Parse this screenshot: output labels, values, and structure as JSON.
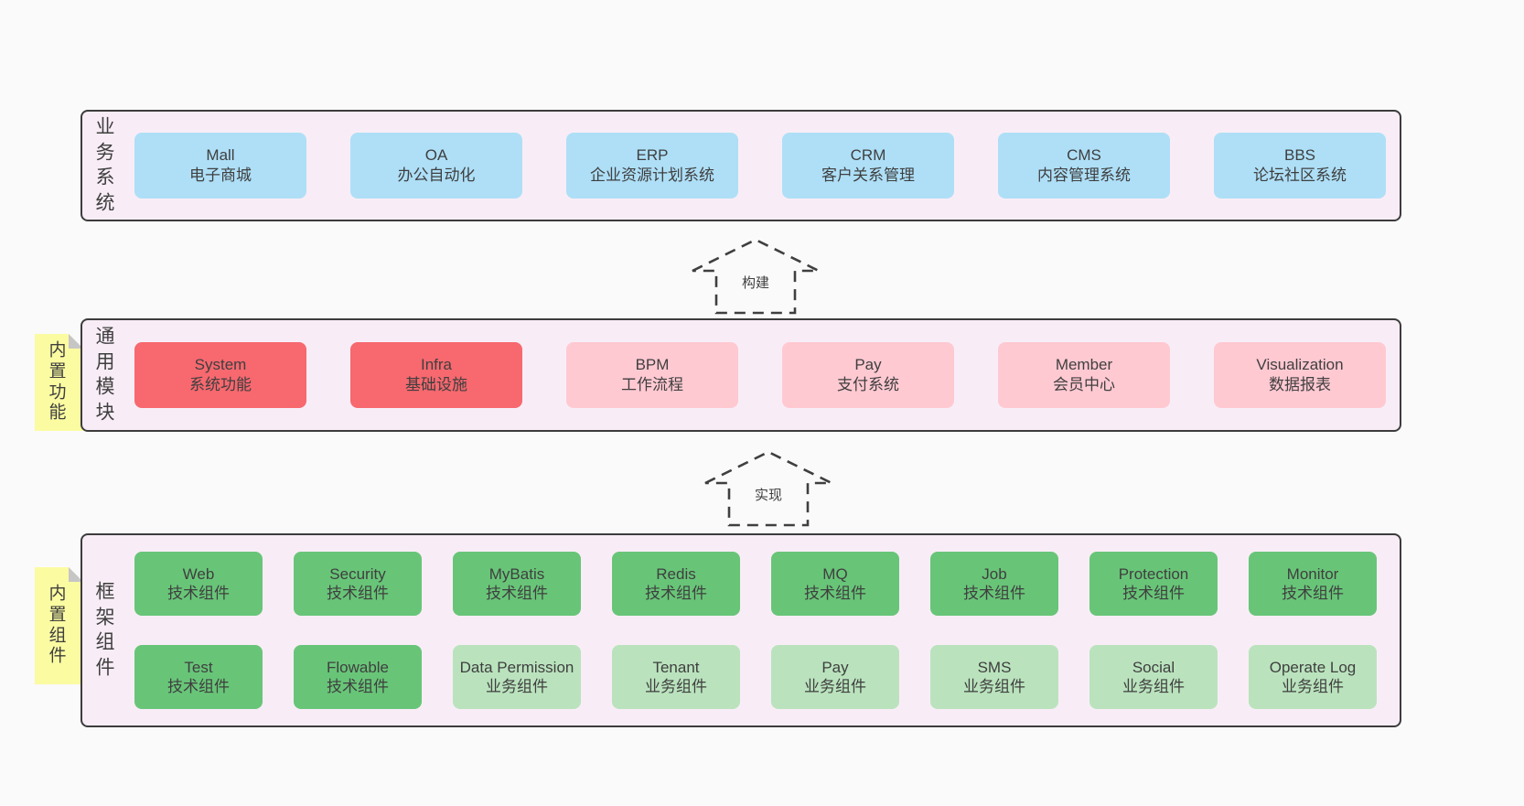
{
  "colors": {
    "page_bg": "#fafafa",
    "layer_bg": "#f8edf6",
    "layer_border": "#3c3c3c",
    "box_blue": "#aedff7",
    "box_red": "#f7686f",
    "box_pink": "#ffc9d2",
    "box_green": "#68c578",
    "box_lightgreen": "#bae3bd",
    "sticky_yellow": "#fbfba2",
    "sticky_fold": "#c6c6c6",
    "text": "#3f3f3f",
    "arrow": "#3f3f3f"
  },
  "layers": [
    {
      "label": "业务系统",
      "note": "",
      "boxes_rows": [
        [
          {
            "name": "Mall",
            "desc": "电子商城",
            "type": "blue"
          },
          {
            "name": "OA",
            "desc": "办公自动化",
            "type": "blue"
          },
          {
            "name": "ERP",
            "desc": "企业资源计划系统",
            "type": "blue"
          },
          {
            "name": "CRM",
            "desc": "客户关系管理",
            "type": "blue"
          },
          {
            "name": "CMS",
            "desc": "内容管理系统",
            "type": "blue"
          },
          {
            "name": "BBS",
            "desc": "论坛社区系统",
            "type": "blue"
          }
        ]
      ]
    },
    {
      "label": "通用模块",
      "note": "内置功能",
      "boxes_rows": [
        [
          {
            "name": "System",
            "desc": "系统功能",
            "type": "red"
          },
          {
            "name": "Infra",
            "desc": "基础设施",
            "type": "red"
          },
          {
            "name": "BPM",
            "desc": "工作流程",
            "type": "pink"
          },
          {
            "name": "Pay",
            "desc": "支付系统",
            "type": "pink"
          },
          {
            "name": "Member",
            "desc": "会员中心",
            "type": "pink"
          },
          {
            "name": "Visualization",
            "desc": "数据报表",
            "type": "pink"
          }
        ]
      ]
    },
    {
      "label": "框架组件",
      "note": "内置组件",
      "boxes_rows": [
        [
          {
            "name": "Web",
            "desc": "技术组件",
            "type": "green"
          },
          {
            "name": "Security",
            "desc": "技术组件",
            "type": "green"
          },
          {
            "name": "MyBatis",
            "desc": "技术组件",
            "type": "green"
          },
          {
            "name": "Redis",
            "desc": "技术组件",
            "type": "green"
          },
          {
            "name": "MQ",
            "desc": "技术组件",
            "type": "green"
          },
          {
            "name": "Job",
            "desc": "技术组件",
            "type": "green"
          },
          {
            "name": "Protection",
            "desc": "技术组件",
            "type": "green"
          },
          {
            "name": "Monitor",
            "desc": "技术组件",
            "type": "green"
          }
        ],
        [
          {
            "name": "Test",
            "desc": "技术组件",
            "type": "green"
          },
          {
            "name": "Flowable",
            "desc": "技术组件",
            "type": "green"
          },
          {
            "name": "Data Permission",
            "desc": "业务组件",
            "type": "lightgreen"
          },
          {
            "name": "Tenant",
            "desc": "业务组件",
            "type": "lightgreen"
          },
          {
            "name": "Pay",
            "desc": "业务组件",
            "type": "lightgreen"
          },
          {
            "name": "SMS",
            "desc": "业务组件",
            "type": "lightgreen"
          },
          {
            "name": "Social",
            "desc": "业务组件",
            "type": "lightgreen"
          },
          {
            "name": "Operate Log",
            "desc": "业务组件",
            "type": "lightgreen"
          }
        ]
      ]
    }
  ],
  "arrows": [
    {
      "label": "构建"
    },
    {
      "label": "实现"
    }
  ]
}
